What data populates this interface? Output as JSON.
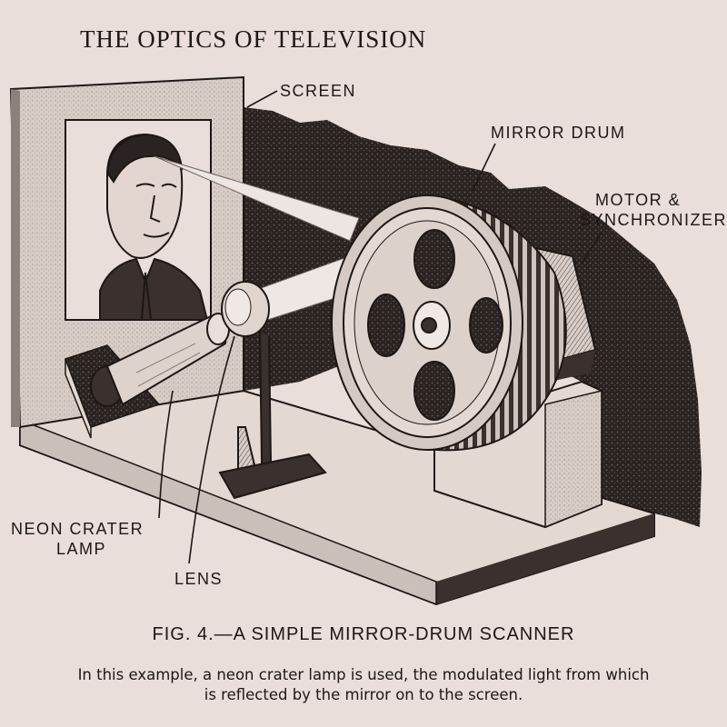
{
  "title": "THE OPTICS OF TELEVISION",
  "labels": {
    "screen": "SCREEN",
    "mirror_drum": "MIRROR DRUM",
    "motor_line1": "MOTOR &",
    "motor_line2": "SYNCHRONIZER",
    "lamp_line1": "NEON CRATER",
    "lamp_line2": "LAMP",
    "lens": "LENS"
  },
  "caption": "FIG. 4.—A SIMPLE MIRROR-DRUM SCANNER",
  "description_line1": "In this example, a neon crater lamp is used, the modulated light from which",
  "description_line2": "is reflected by the mirror on to the screen.",
  "colors": {
    "paper": "#e9ded9",
    "ink": "#1d1716",
    "shadow": "#2a2321"
  }
}
